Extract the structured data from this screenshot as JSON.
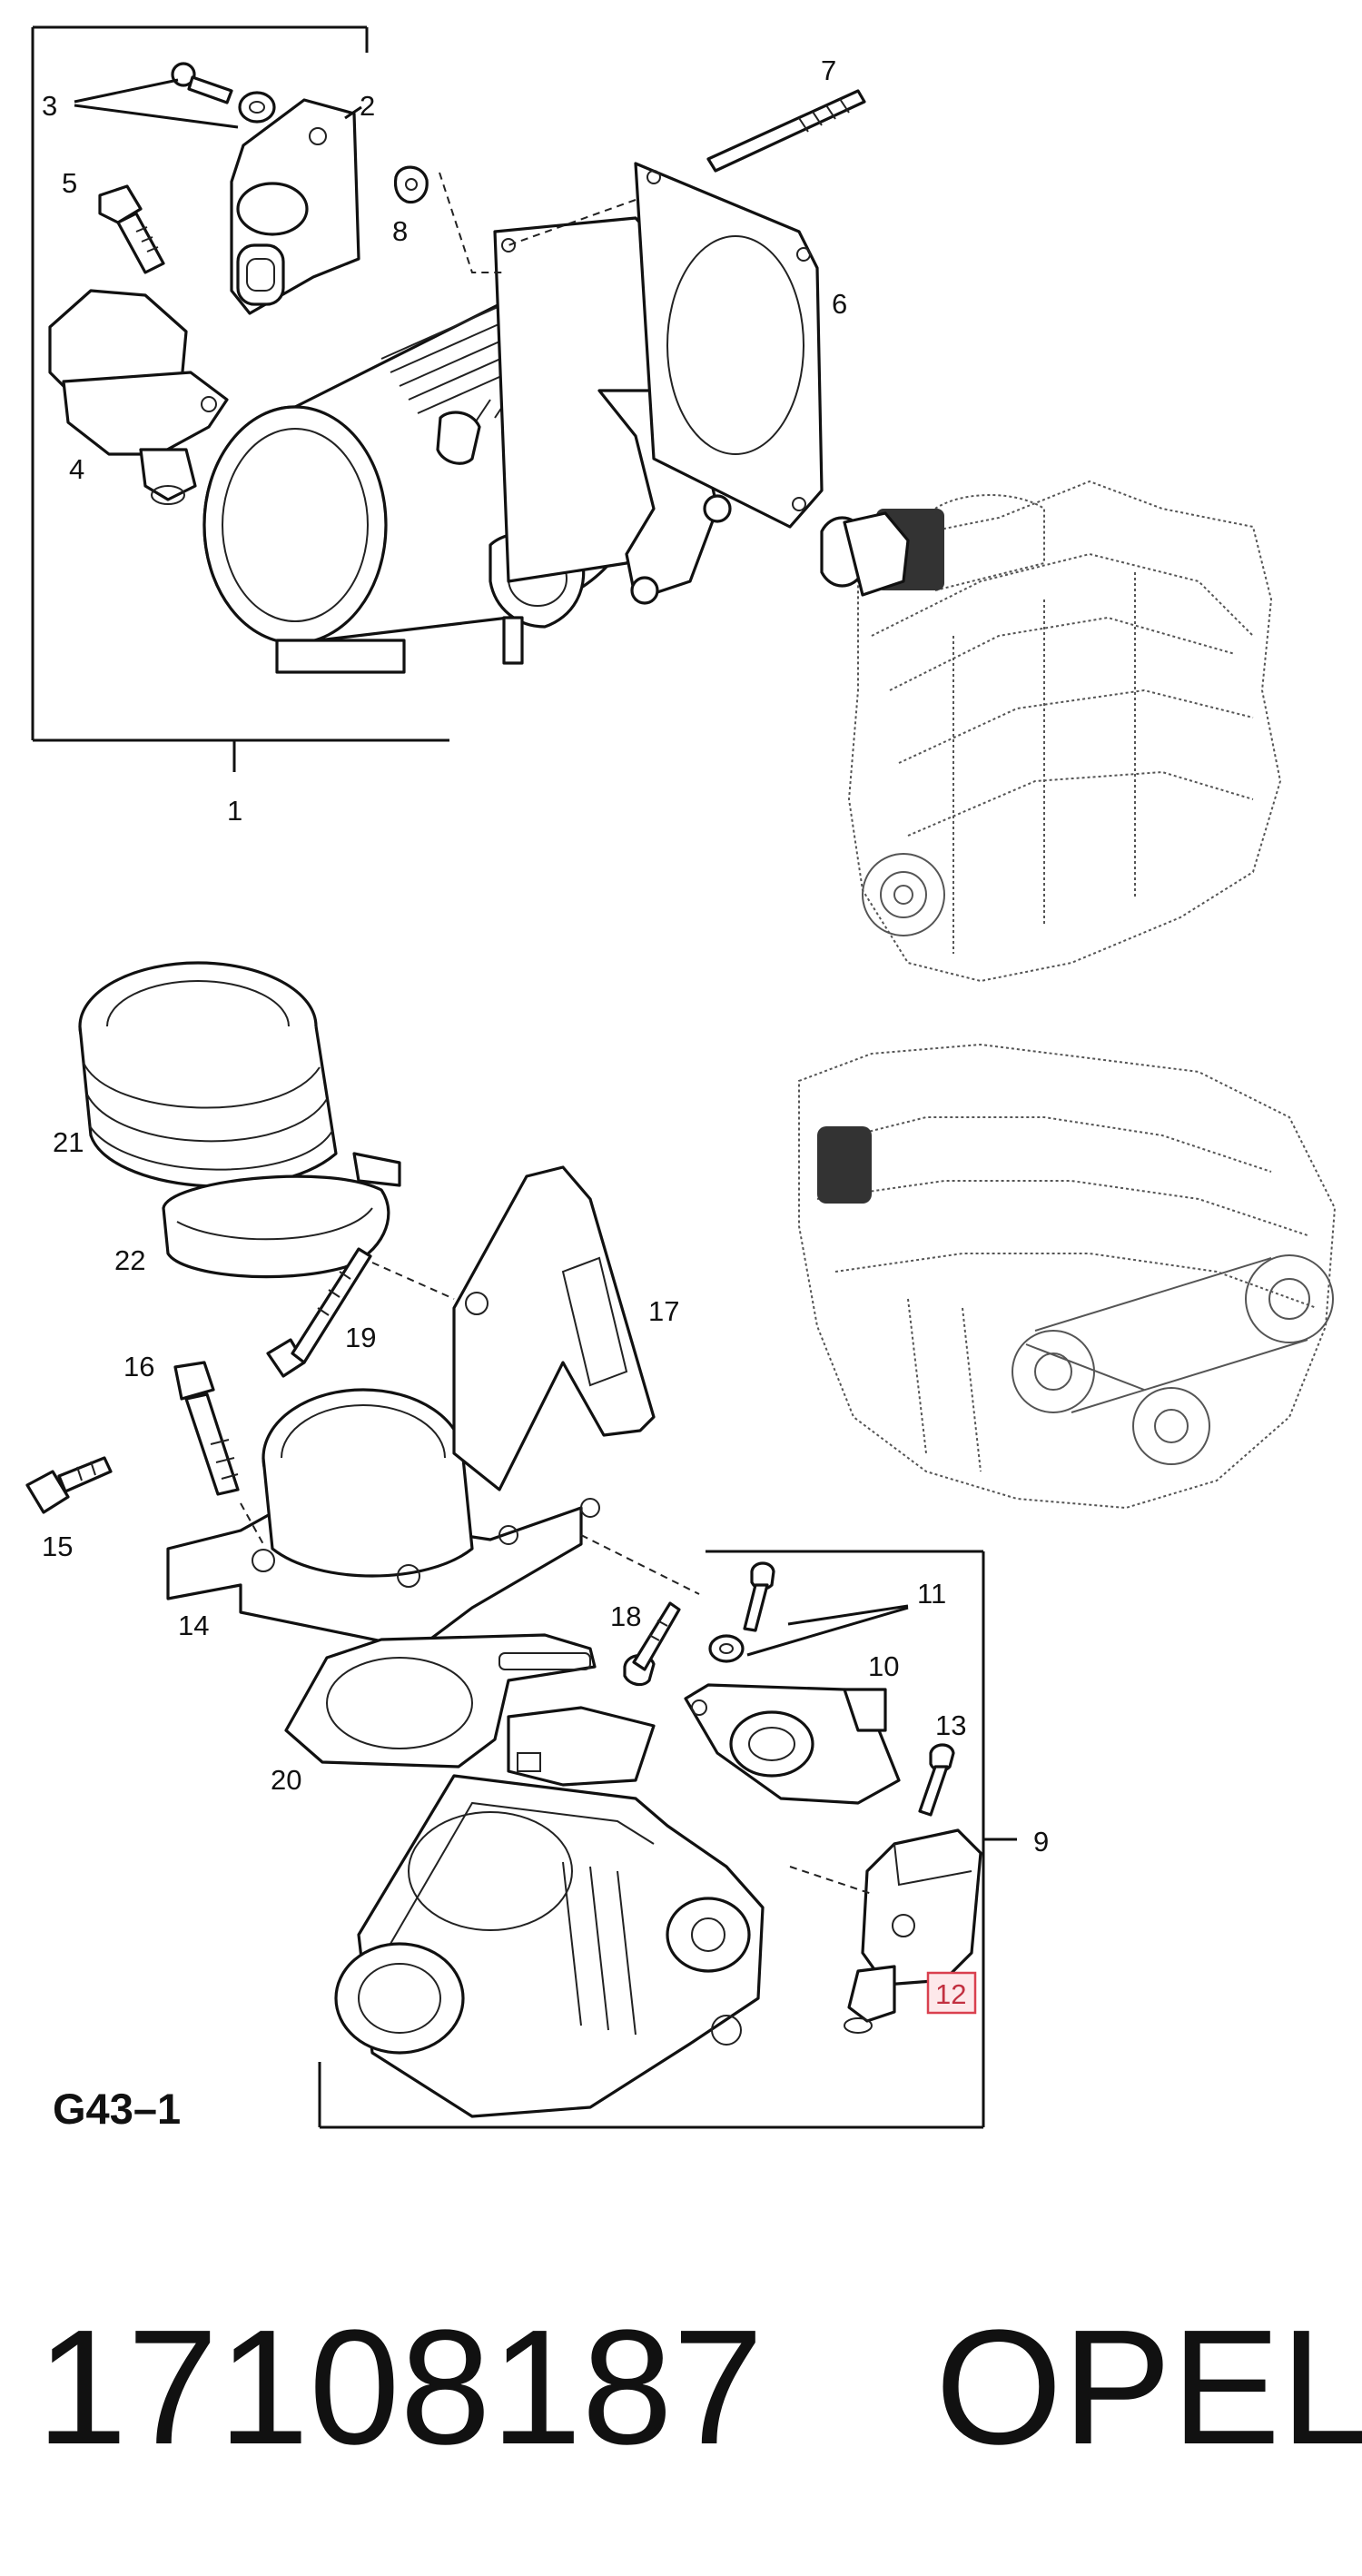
{
  "diagram": {
    "code": "G43–1",
    "highlighted_callout": "12",
    "callouts": {
      "c1": "1",
      "c2": "2",
      "c3": "3",
      "c4": "4",
      "c5": "5",
      "c6": "6",
      "c7": "7",
      "c8": "8",
      "c9": "9",
      "c10": "10",
      "c11": "11",
      "c12": "12",
      "c13": "13",
      "c14": "14",
      "c15": "15",
      "c16": "16",
      "c17": "17",
      "c18": "18",
      "c19": "19",
      "c20": "20",
      "c21": "21",
      "c22": "22"
    }
  },
  "footer": {
    "part_number": "17108187",
    "brand": "OPEL"
  },
  "colors": {
    "highlight_border": "#d9404f",
    "highlight_fill": "#fde8ea",
    "line": "#111111"
  }
}
